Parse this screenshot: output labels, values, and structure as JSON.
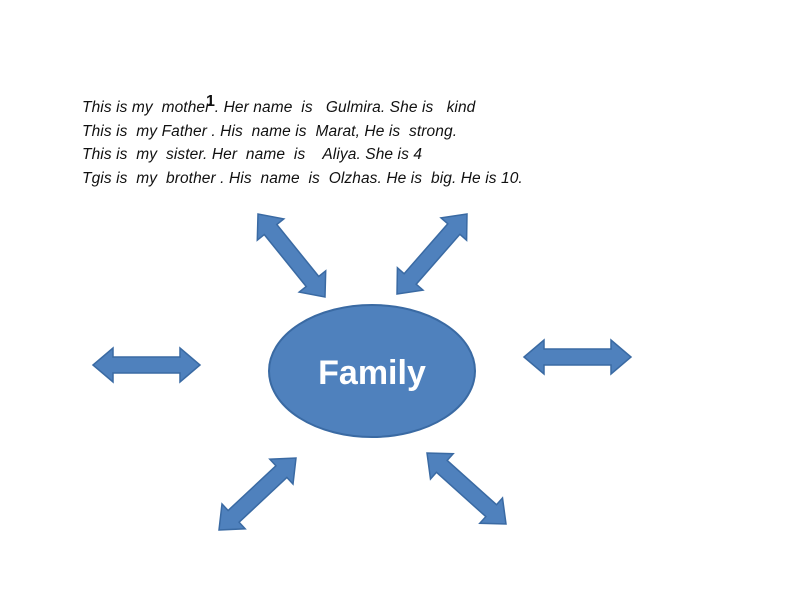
{
  "sentences": [
    "This is my  mother . Her name  is   Gulmira. She is   kind",
    "This is  my Father . His  name is  Marat, He is  strong.",
    "This is  my  sister. Her  name  is    Aliya. She is 4",
    "Tgis is  my  brother . His  name  is  Olzhas. He is  big. He is 10."
  ],
  "stray_number": "1",
  "center": {
    "label": "Family"
  },
  "colors": {
    "shape_fill": "#4f81bd",
    "shape_stroke": "#3a6aa3",
    "text": "#111111",
    "center_text": "#ffffff"
  },
  "arrows": [
    {
      "name": "arrow-upper-left",
      "icon": "double-headed-arrow"
    },
    {
      "name": "arrow-upper-right",
      "icon": "double-headed-arrow"
    },
    {
      "name": "arrow-left",
      "icon": "double-headed-arrow"
    },
    {
      "name": "arrow-right",
      "icon": "double-headed-arrow"
    },
    {
      "name": "arrow-lower-left",
      "icon": "double-headed-arrow"
    },
    {
      "name": "arrow-lower-right",
      "icon": "double-headed-arrow"
    }
  ]
}
